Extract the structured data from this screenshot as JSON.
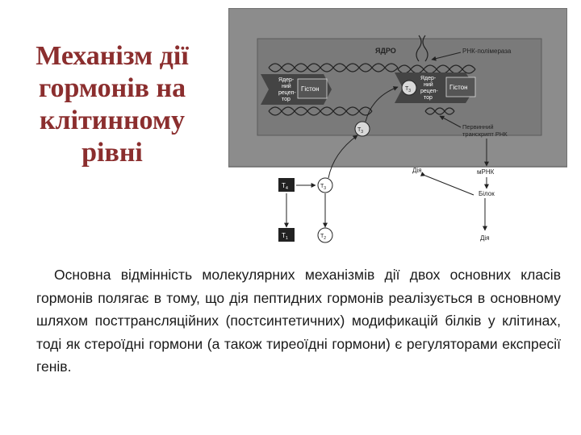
{
  "slide": {
    "title_lines": [
      "Механізм дії",
      "гормонів на",
      "клітинному",
      "рівні"
    ],
    "body": "Основна відмінність молекулярних механізмів дії двох основних класів гормонів полягає в тому, що дія пептидних гормонів реалізується в основному шляхом посттрансляційних (постсинтетичних) модификацій білків у клітинах, тоді як стероїдні гормони (а також тиреоїдні гормони) є регуляторами експресії генів."
  },
  "figure": {
    "nucleus_label": "ЯДРО",
    "rna_polymerase": "РНК-полімераза",
    "receptor_lines": [
      "Ядер-",
      "ний",
      "рецеп-",
      "тор"
    ],
    "histone": "Гістон",
    "primary_transcript_lines": [
      "Первинний",
      "транскрипт РНК"
    ],
    "mrna": "мРНК",
    "protein": "Білок",
    "action_upper": "Дія",
    "action_lower": "Дія",
    "t4": "T",
    "t4_sub": "4",
    "t3": "T",
    "t3_sub": "3",
    "t1": "T",
    "t1_sub": "1",
    "t2": "T",
    "t2_sub": "2"
  },
  "colors": {
    "title": "#8b2e2e",
    "panel": "#8c8c8c",
    "nucleus": "#7c7c7c",
    "receptor": "#444444"
  }
}
